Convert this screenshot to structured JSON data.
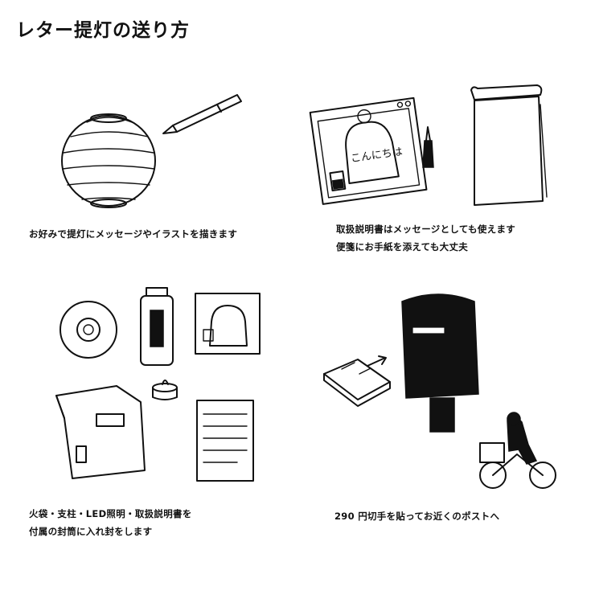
{
  "page": {
    "title": "レター提灯の送り方"
  },
  "steps": [
    {
      "lines": [
        "お好みで提灯にメッセージやイラストを描きます"
      ]
    },
    {
      "lines": [
        "取扱説明書はメッセージとしても使えます",
        "便箋にお手紙を添えても大丈夫"
      ],
      "card_text": "こんにちは"
    },
    {
      "lines": [
        "火袋・支柱・LED照明・取扱説明書を",
        "付属の封筒に入れ封をします"
      ]
    },
    {
      "lines": [
        "290 円切手を貼ってお近くのポストへ"
      ]
    }
  ]
}
